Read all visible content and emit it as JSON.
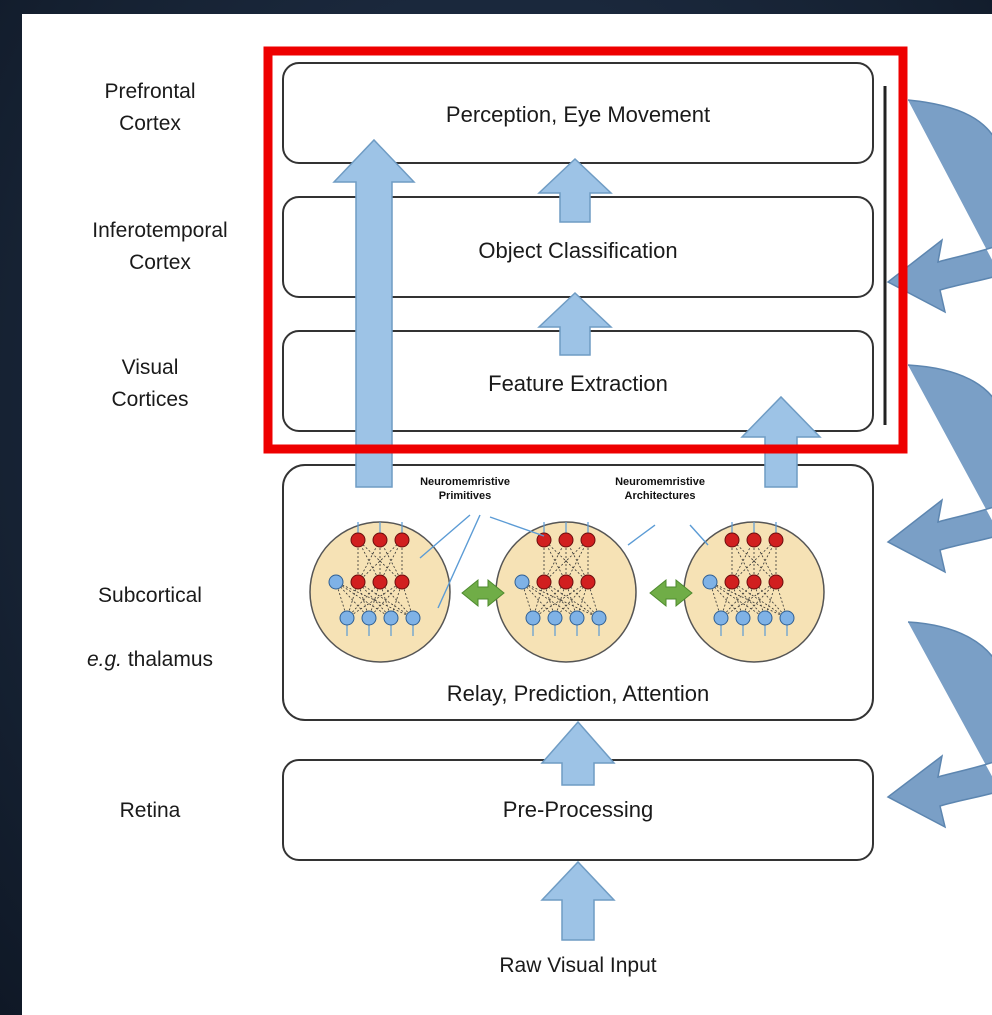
{
  "region_labels": {
    "prefrontal": "Prefrontal\nCortex",
    "inferotemporal": "Inferotemporal\nCortex",
    "visual": "Visual\nCortices",
    "subcortical_line1": "Subcortical",
    "subcortical_eg": "e.g.",
    "subcortical_rest": " thalamus",
    "retina": "Retina"
  },
  "boxes": {
    "perception": "Perception, Eye Movement",
    "object": "Object Classification",
    "feature": "Feature Extraction",
    "relay": "Relay, Prediction, Attention",
    "preprocessing": "Pre-Processing"
  },
  "annotations": {
    "primitives": "Neuromemristive\nPrimitives",
    "architectures": "Neuromemristive\nArchitectures"
  },
  "input_label": "Raw Visual Input",
  "colors": {
    "arrow_fill": "#9dc3e6",
    "arrow_stroke": "#6f9cc4",
    "feedback_fill": "#7a9fc6",
    "highlight": "#ee0000",
    "node_red": "#d11f1f",
    "node_blue": "#7fb2e6",
    "circle_fill": "#f6e2b5",
    "link_green": "#70ad47"
  }
}
